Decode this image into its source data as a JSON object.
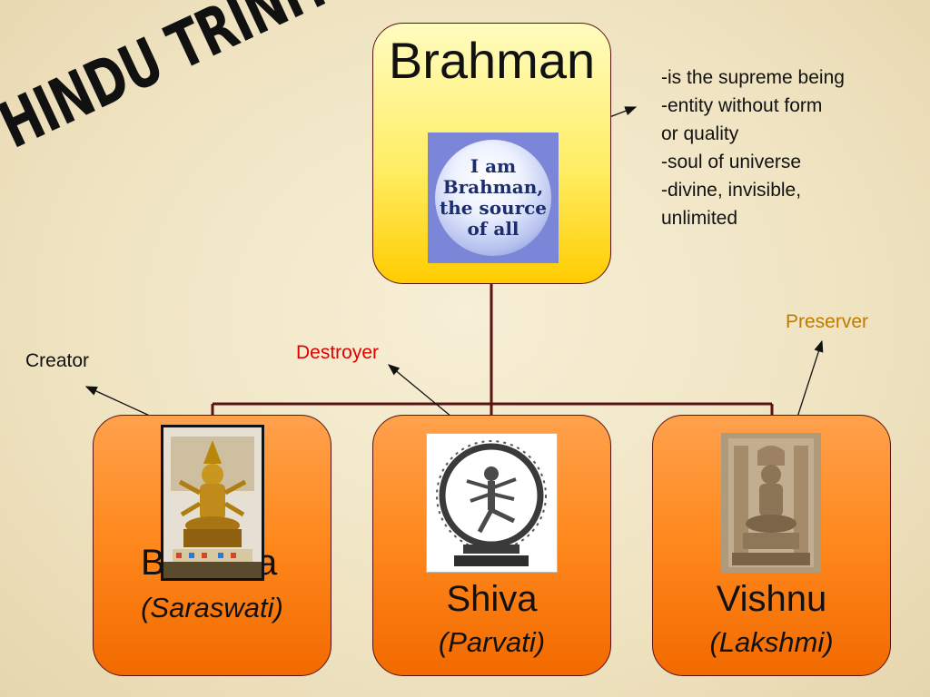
{
  "title": "HINDU TRINITY",
  "top": {
    "name": "Brahman",
    "badge_lines": [
      "I am",
      "Brahman,",
      "the source",
      "of all"
    ],
    "description": [
      "-is the supreme being",
      "-entity without form",
      "or quality",
      "-soul of universe",
      "-divine, invisible,",
      "unlimited"
    ]
  },
  "children": [
    {
      "name": "Brahma",
      "name_visible_left": "B",
      "name_visible_right": "a",
      "consort": "(Saraswati)",
      "role": "Creator"
    },
    {
      "name": "Shiva",
      "consort": "(Parvati)",
      "role": "Destroyer"
    },
    {
      "name": "Vishnu",
      "consort": "(Lakshmi)",
      "role": "Preserver"
    }
  ],
  "colors": {
    "top_box": "#ffee66",
    "child_box": "#ff8a1f",
    "connector": "#5a1212",
    "creator_label": "#111111",
    "destroyer_label": "#e00000",
    "preserver_label": "#c07a00"
  },
  "icons": [
    "brahman-badge-icon",
    "brahma-statue-icon",
    "nataraja-statue-icon",
    "vishnu-statue-icon"
  ]
}
